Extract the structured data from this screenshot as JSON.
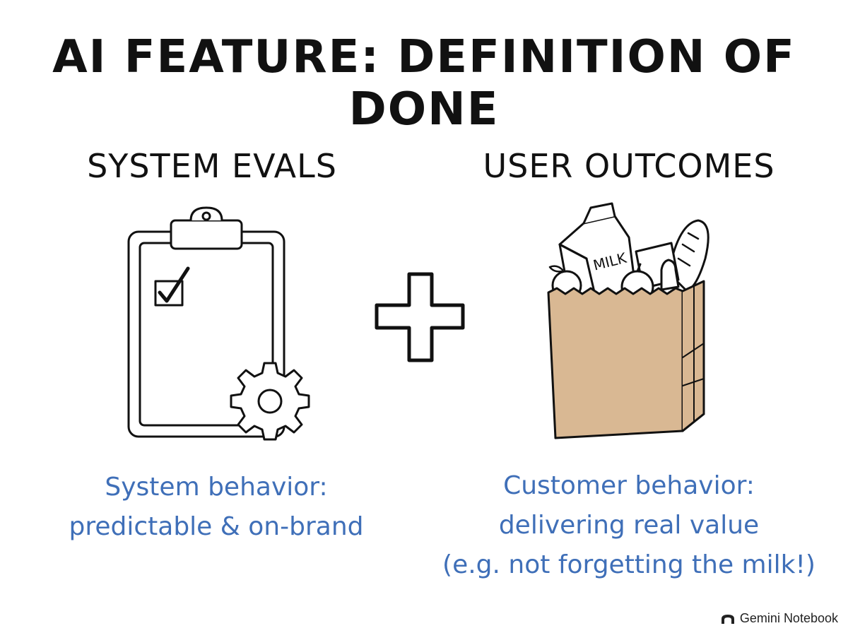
{
  "title": "AI FEATURE: DEFINITION OF DONE",
  "left": {
    "heading": "SYSTEM EVALS",
    "icon": "clipboard-checklist-gear",
    "caption_lines": [
      "System behavior:",
      "predictable & on-brand"
    ]
  },
  "connector": {
    "icon": "plus-icon"
  },
  "right": {
    "heading": "USER OUTCOMES",
    "icon": "grocery-bag",
    "bag_label": "MILK",
    "caption_lines": [
      "Customer behavior:",
      "delivering real value",
      "(e.g. not forgetting the milk!)"
    ]
  },
  "watermark": {
    "text": "Gemini Notebook",
    "icon": "gemini-logo-icon"
  },
  "colors": {
    "ink": "#111111",
    "caption_blue": "#3f6fb8",
    "bag_fill": "#d9b893",
    "background": "#ffffff"
  }
}
